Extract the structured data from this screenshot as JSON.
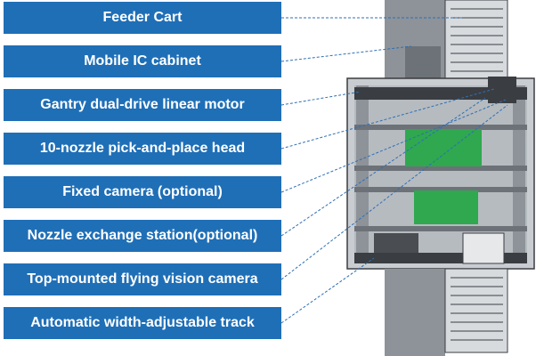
{
  "labels": [
    {
      "text": "Feeder Cart"
    },
    {
      "text": "Mobile IC cabinet"
    },
    {
      "text": "Gantry dual-drive linear motor"
    },
    {
      "text": "10-nozzle pick-and-place head"
    },
    {
      "text": "Fixed camera (optional)"
    },
    {
      "text": "Nozzle exchange station(optional)"
    },
    {
      "text": "Top-mounted flying vision camera"
    },
    {
      "text": "Automatic width-adjustable track"
    }
  ],
  "colors": {
    "label_bg": "#1f6fb7",
    "label_text": "#ffffff",
    "leader_line": "#2f6fb5",
    "pcb_green": "#2fa84f",
    "machine_frame": "#8d9399",
    "machine_dark": "#3a3d41",
    "machine_light": "#c9cdd1"
  }
}
